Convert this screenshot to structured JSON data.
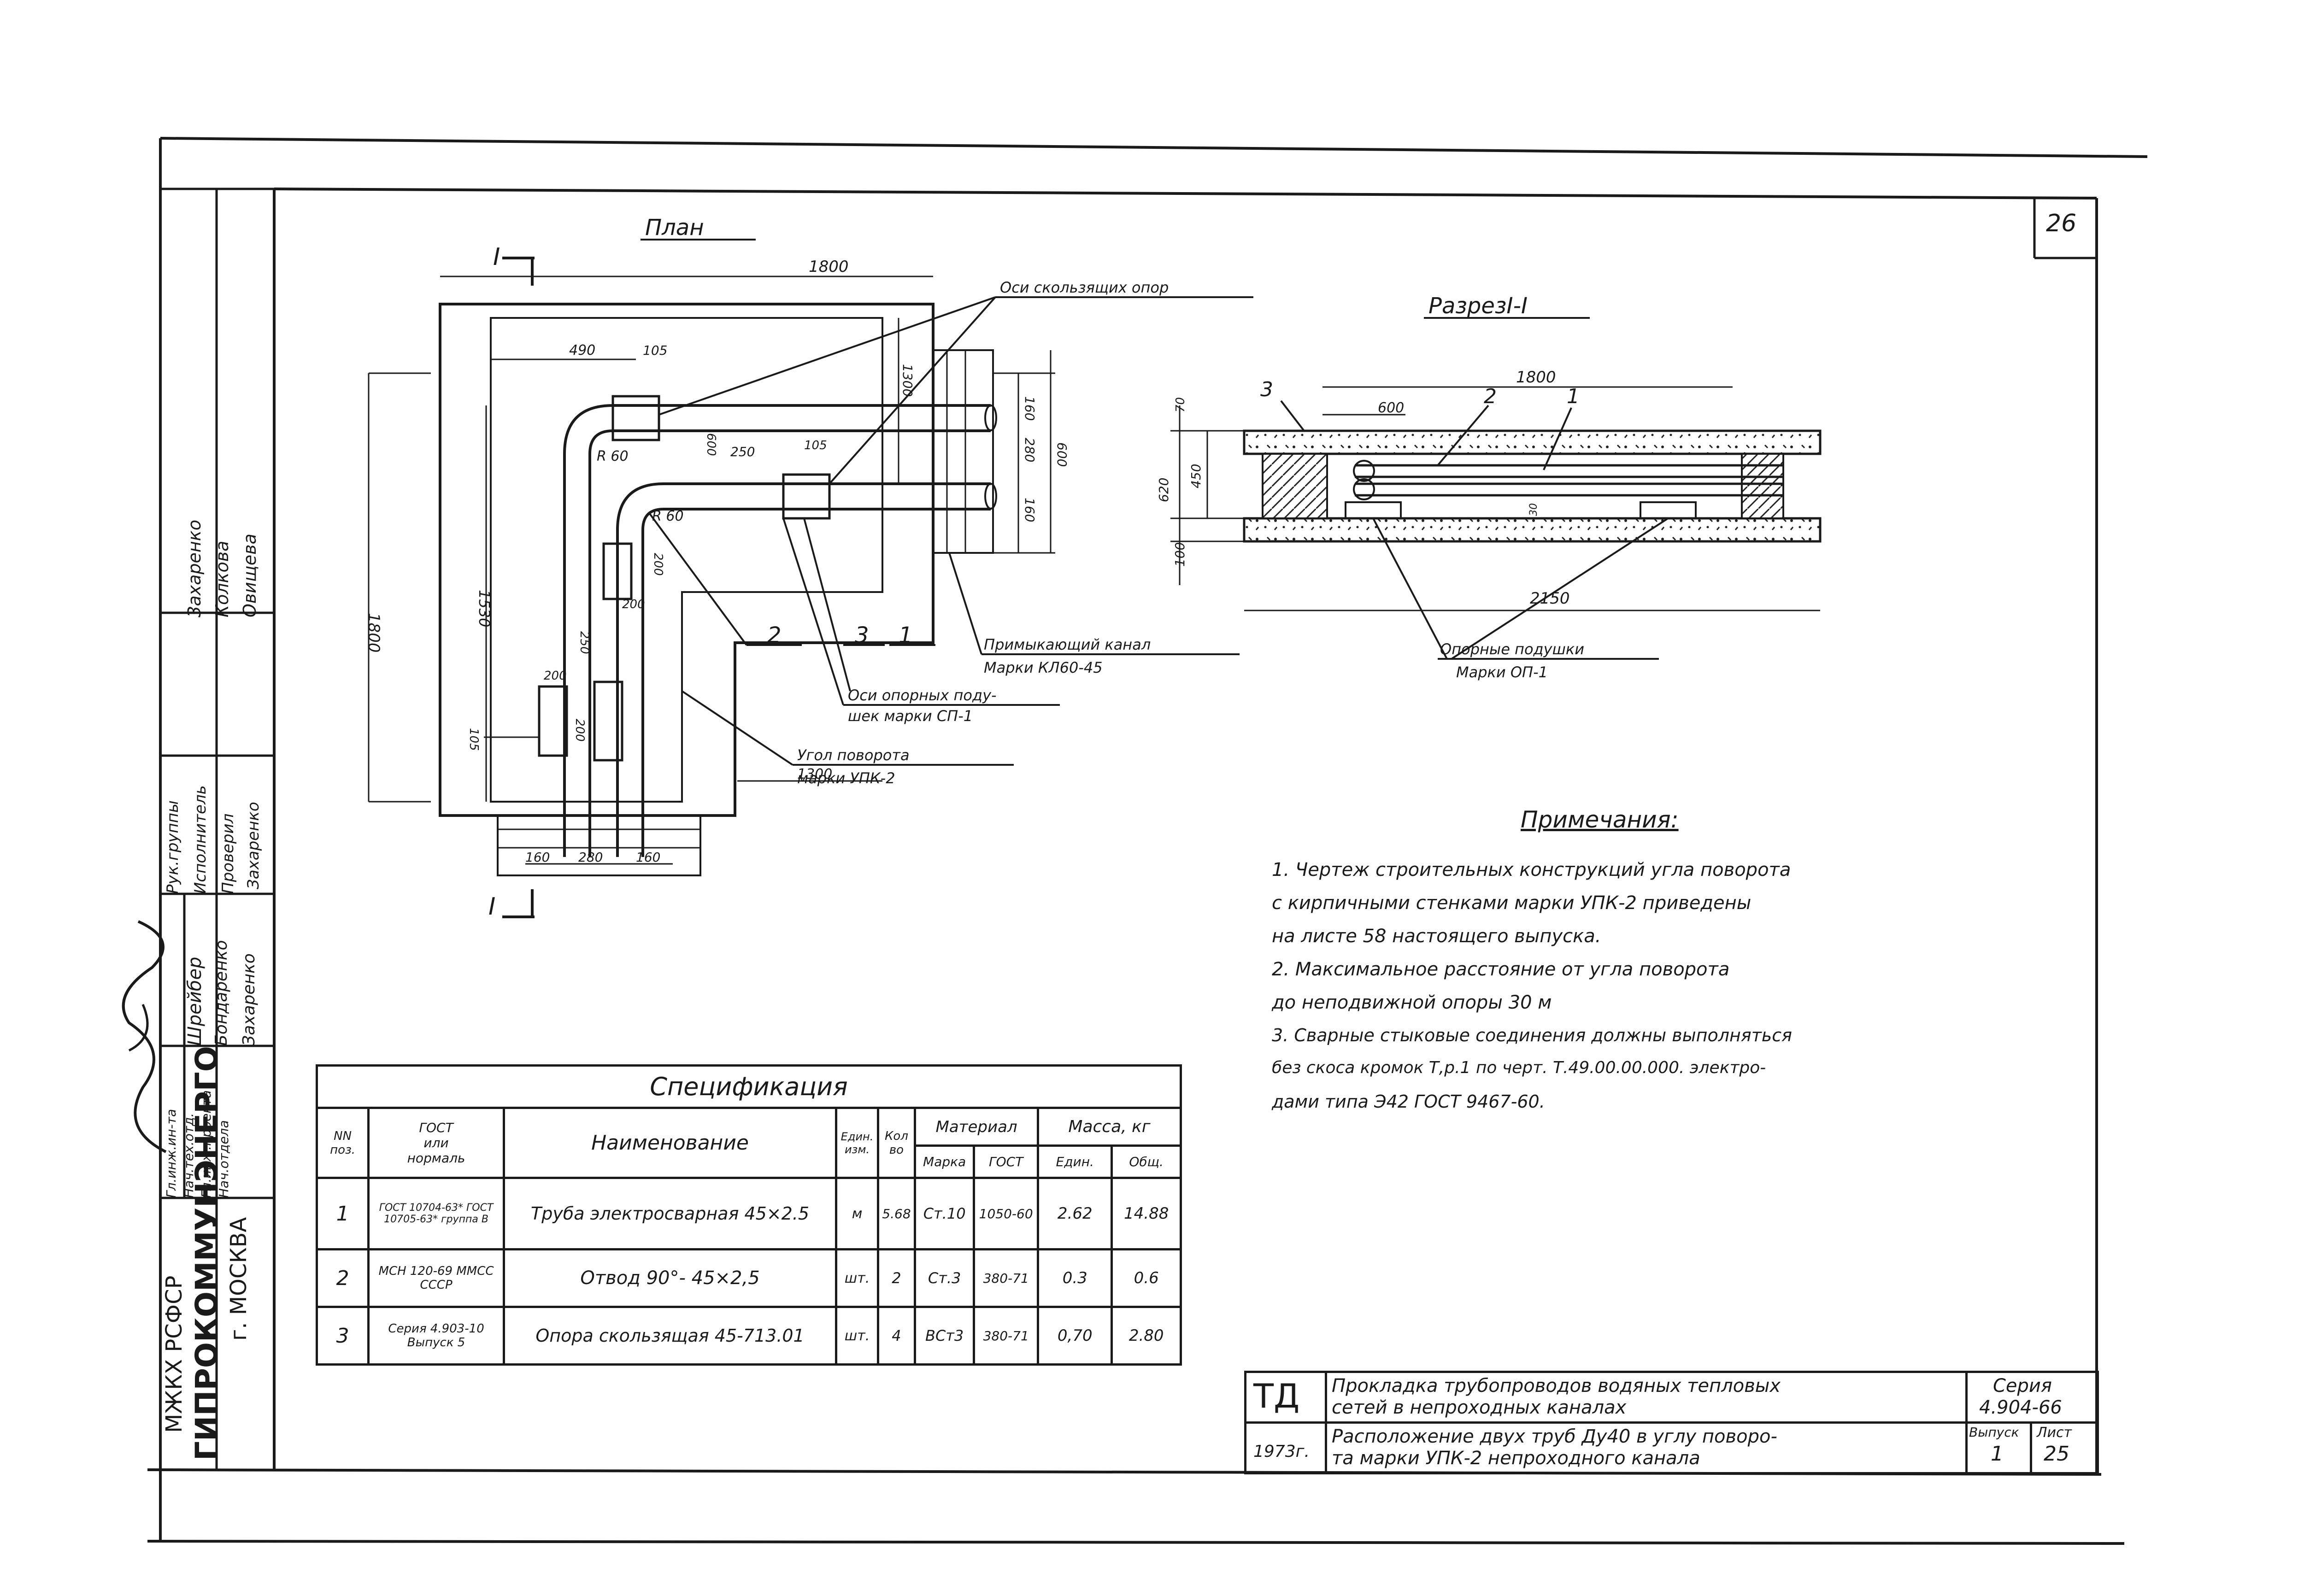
{
  "sheet": {
    "corner_number": "26",
    "org_lines": [
      "МЖКХ РСФСР",
      "ГИПРОКОММУНЭНЕРГО",
      "г. МОСКВА"
    ],
    "approval_roles": [
      "Гл.инж.ин-та",
      "Нач.тех.отд.",
      "Гл.инж.проекта",
      "Нач.отдела",
      "Рук.группы",
      "Исполнитель",
      "Проверил"
    ],
    "approval_names": [
      "Шрейбер",
      "Бондаренко",
      "Захаренко",
      "Захаренко",
      "Захаренко",
      "Колкова",
      "Овищева"
    ]
  },
  "plan": {
    "title": "План",
    "section_mark": "I",
    "dims": {
      "top_total": "1800",
      "left_490": "490",
      "left_105": "105",
      "vert_1800": "1800",
      "vert_1530": "1530",
      "r60_a": "R 60",
      "r60_b": "R 60",
      "d250": "250",
      "d105b": "105",
      "d600": "600",
      "d160a": "160",
      "d280": "280",
      "d600r": "600",
      "d1300_right": "1300",
      "d160b": "160",
      "d200a": "200",
      "d200b": "200",
      "d250b": "250",
      "d200c": "200",
      "d200d": "200",
      "d105c": "105",
      "d1300_bottom": "1300",
      "bot_160a": "160",
      "bot_280": "280",
      "bot_160b": "160"
    },
    "callouts": {
      "c2": "2",
      "c3": "3",
      "c1": "1",
      "sliding_supports": "Оси скользящих опор",
      "adjoining_channel_1": "Примыкающий канал",
      "adjoining_channel_2": "Марки КЛ60-45",
      "support_pads_1": "Оси опорных поду-",
      "support_pads_2": "шек марки СП-1",
      "corner_1": "Угол поворота",
      "corner_2": "марки УПК-2"
    }
  },
  "section": {
    "title": "РазрезI-I",
    "dims": {
      "top_1800": "1800",
      "d600": "600",
      "d70": "70",
      "d620": "620",
      "d450": "450",
      "d100": "100",
      "d30": "30",
      "bottom_2150": "2150"
    },
    "callouts": {
      "c3": "3",
      "c2": "2",
      "c1": "1",
      "pads_1": "Опорные подушки",
      "pads_2": "Марки ОП-1"
    }
  },
  "notes": {
    "title": "Примечания:",
    "lines": [
      "1. Чертеж строительных конструкций угла поворота",
      "с кирпичными стенками марки УПК-2 приведены",
      "на листе 58 настоящего выпуска.",
      "2. Максимальное расстояние от угла поворота",
      "до неподвижной опоры 30 м",
      "3. Сварные стыковые соединения должны выполняться",
      "без скоса кромок Т,р.1 по черт. Т.49.00.00.000. электро-",
      "дами типа Э42 ГОСТ 9467-60."
    ]
  },
  "spec": {
    "title": "Спецификация",
    "headers": {
      "pos_1": "NN",
      "pos_2": "поз.",
      "gost_1": "ГОСТ",
      "gost_2": "или",
      "gost_3": "нормаль",
      "name": "Наименование",
      "unit_1": "Един.",
      "unit_2": "изм.",
      "qty_1": "Кол",
      "qty_2": "во",
      "material": "Материал",
      "mat_grade": "Марка",
      "mat_gost": "ГОСТ",
      "mass": "Масса, кг",
      "mass_unit": "Един.",
      "mass_total": "Общ."
    },
    "rows": [
      {
        "pos": "1",
        "gost": "ГОСТ 10704-63* ГОСТ 10705-63* группа В",
        "name": "Труба электросварная 45×2.5",
        "unit": "м",
        "qty": "5.68",
        "grade": "Ст.10",
        "mat_gost": "1050-60",
        "m_unit": "2.62",
        "m_total": "14.88"
      },
      {
        "pos": "2",
        "gost": "МСН 120-69 ММСС СССР",
        "name": "Отвод 90°- 45×2,5",
        "unit": "шт.",
        "qty": "2",
        "grade": "Ст.3",
        "mat_gost": "380-71",
        "m_unit": "0.3",
        "m_total": "0.6"
      },
      {
        "pos": "3",
        "gost": "Серия 4.903-10 Выпуск 5",
        "name": "Опора скользящая 45-713.01",
        "unit": "шт.",
        "qty": "4",
        "grade": "ВСт3",
        "mat_gost": "380-71",
        "m_unit": "0,70",
        "m_total": "2.80"
      }
    ]
  },
  "title_block": {
    "td": "ТД",
    "year": "1973г.",
    "line1": "Прокладка трубопроводов водяных тепловых",
    "line2": "сетей в непроходных каналах",
    "line3": "Расположение двух труб Ду40 в углу поворо-",
    "line4": "та марки УПК-2 непроходного канала",
    "series_label": "Серия",
    "series_value": "4.904-66",
    "issue_label": "Выпуск",
    "issue_value": "1",
    "sheet_label": "Лист",
    "sheet_value": "25"
  }
}
